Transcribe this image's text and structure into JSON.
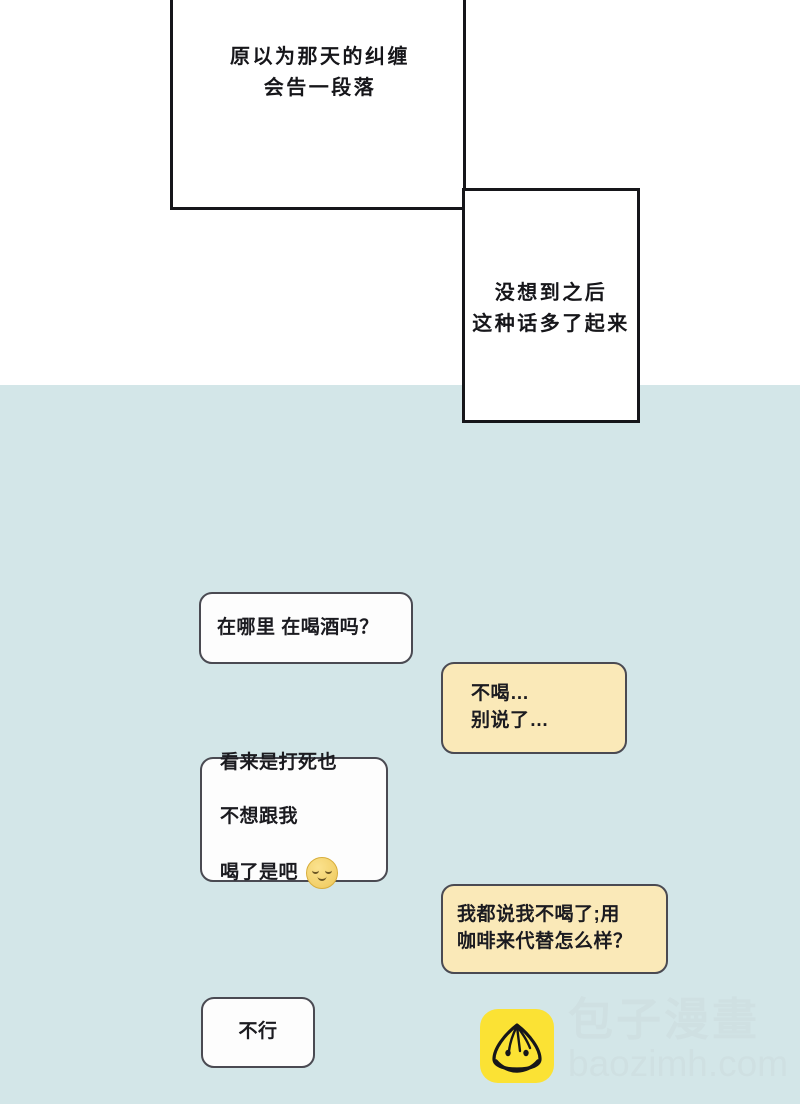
{
  "page": {
    "background_white": "#ffffff",
    "background_teal": "#d3e6e8"
  },
  "panels": [
    {
      "id": "narration-panel-top",
      "text": "原以为那天的纠缠\n会告一段落"
    },
    {
      "id": "narration-panel-second",
      "text": "没想到之后\n这种话多了起来"
    }
  ],
  "chat": {
    "messages": [
      {
        "id": "message-1",
        "side": "left",
        "style": "white",
        "text": "在哪里 在喝酒吗？",
        "emoji": null
      },
      {
        "id": "message-2",
        "side": "right",
        "style": "yellow",
        "text": "不喝…\n别说了…",
        "emoji": null
      },
      {
        "id": "message-3",
        "side": "left",
        "style": "white",
        "text_lines": [
          "看来是打死也",
          "不想跟我",
          "喝了是吧"
        ],
        "emoji": "relieved-face-emoji"
      },
      {
        "id": "message-4",
        "side": "right",
        "style": "yellow",
        "text": "我都说我不喝了;用\n咖啡来代替怎么样？",
        "emoji": null
      },
      {
        "id": "message-5",
        "side": "left",
        "style": "white",
        "text": "不行",
        "emoji": null
      }
    ],
    "bubble_colors": {
      "white_fill": "#fdfdfd",
      "yellow_fill": "#fae9b8",
      "border": "#4a4a52"
    }
  },
  "watermark": {
    "site_name_cn": "包子漫畫",
    "site_url": "baozimh.com",
    "logo_color": "#fbe234",
    "text_color": "#cfe0e2",
    "logo_icon": "baozi-bun-icon"
  }
}
